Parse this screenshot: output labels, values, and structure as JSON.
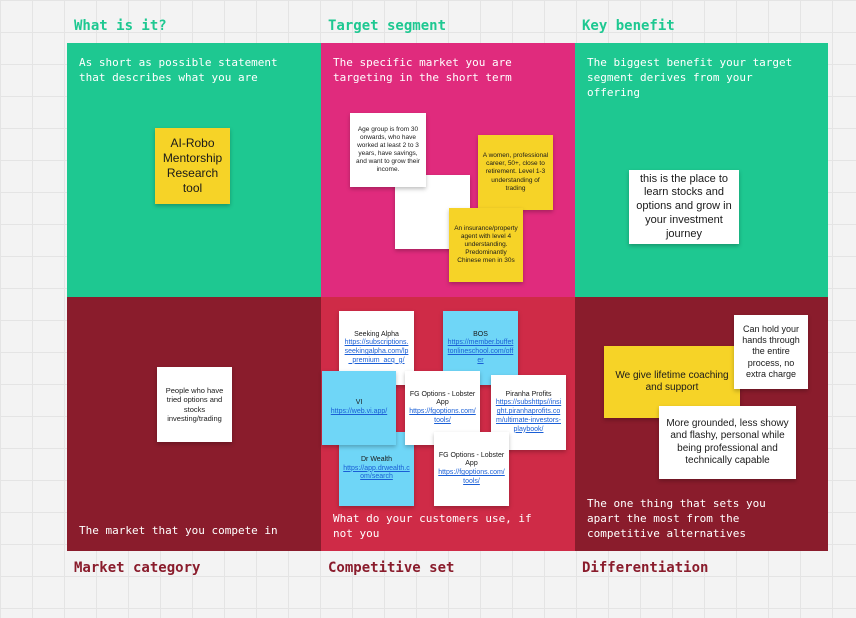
{
  "headings": {
    "what": "What is it?",
    "target": "Target segment",
    "benefit": "Key benefit",
    "market": "Market category",
    "competitive": "Competitive set",
    "differentiation": "Differentiation"
  },
  "descriptions": {
    "what": "As short as possible statement that describes what you are",
    "target": "The specific market you are targeting in the short term",
    "benefit": "The biggest benefit your target segment derives from your offering",
    "market": "The market that you compete in",
    "competitive": "What do your customers use, if not you",
    "differentiation": "The one thing that sets you apart the most from the competitive alternatives"
  },
  "notes": {
    "what_product": "AI-Robo Mentorship Research tool",
    "target_age": "Age group is from 30 onwards, who have worked at least 2 to 3 years, have savings, and want to grow their income.",
    "target_women": "A women, professional career, 50+, close to retirement. Level 1-3 understanding of trading",
    "target_agent": "An insurance/property agent with level 4 understanding. Predominantly Chinese men in 30s",
    "benefit_learn": "this is the place to learn stocks and options  and grow in your investment journey",
    "market_people": "People who have tried options and stocks investing/trading",
    "comp_seeking_title": "Seeking Alpha",
    "comp_seeking_link": "https://subscriptions.seekingalpha.com/lp_premium_acq_g/",
    "comp_bos_title": "BOS",
    "comp_bos_link": "https://member.buffettonlineschool.com/offer",
    "comp_vi_title": "VI",
    "comp_vi_link": "https://web.vi.app/",
    "comp_fg1_title": "FG Options - Lobster App",
    "comp_fg1_link": "https://fgoptions.com/tools/",
    "comp_piranha_title": "Piranha Profits",
    "comp_piranha_link": "https://subshttps//insight.piranhaprofits.com/ultimate-investors-playbook/",
    "comp_drwealth_title": "Dr Wealth",
    "comp_drwealth_link": "https://app.drwealth.com/search",
    "comp_fg2_title": "FG Options - Lobster App",
    "comp_fg2_link": "https://fgoptions.com/tools/",
    "diff_lifetime": "We give lifetime coaching and support",
    "diff_hands": "Can hold your hands through the entire process, no extra charge",
    "diff_grounded": "More grounded, less showy and flashy, personal while being professional and technically capable"
  },
  "colors": {
    "green": "#1ec891",
    "pink": "#e02b7d",
    "maroon": "#8a1c2c",
    "red": "#cf2b47",
    "sticky_yellow": "#f6d327",
    "sticky_blue": "#6fd6f7"
  }
}
